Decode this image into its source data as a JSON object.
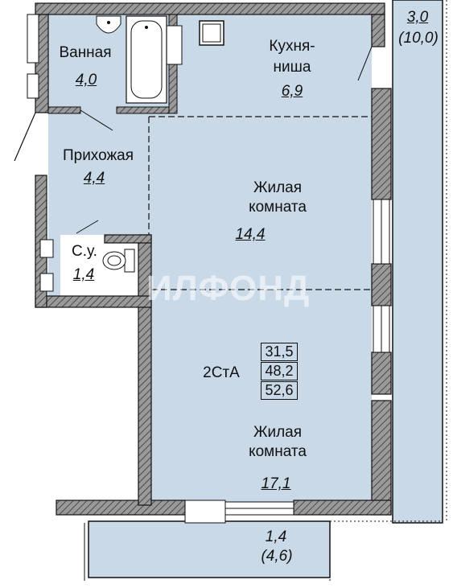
{
  "colors": {
    "floor": "#c9d9e8",
    "balcony": "#c9d9e8",
    "wall_fill": "#8c8c8c",
    "line": "#111111"
  },
  "rooms": {
    "bathroom": {
      "name": "Ванная",
      "area": "4,0"
    },
    "kitchen": {
      "name_line1": "Кухня-",
      "name_line2": "ниша",
      "area": "6,9"
    },
    "hallway": {
      "name": "Прихожая",
      "area": "4,4"
    },
    "living_upper": {
      "name_line1": "Жилая",
      "name_line2": "комната",
      "area": "14,4"
    },
    "toilet": {
      "name": "С.у.",
      "area": "1,4"
    },
    "living_lower": {
      "name_line1": "Жилая",
      "name_line2": "комната",
      "area": "17,1"
    },
    "loggia_right": {
      "area": "3,0",
      "area_full": "(10,0)"
    },
    "balcony_bottom": {
      "area": "1,4",
      "area_full": "(4,6)"
    }
  },
  "apartment": {
    "type": "2СтА",
    "areas": [
      "31,5",
      "48,2",
      "52,6"
    ]
  },
  "watermark": "ИЛФОНД"
}
